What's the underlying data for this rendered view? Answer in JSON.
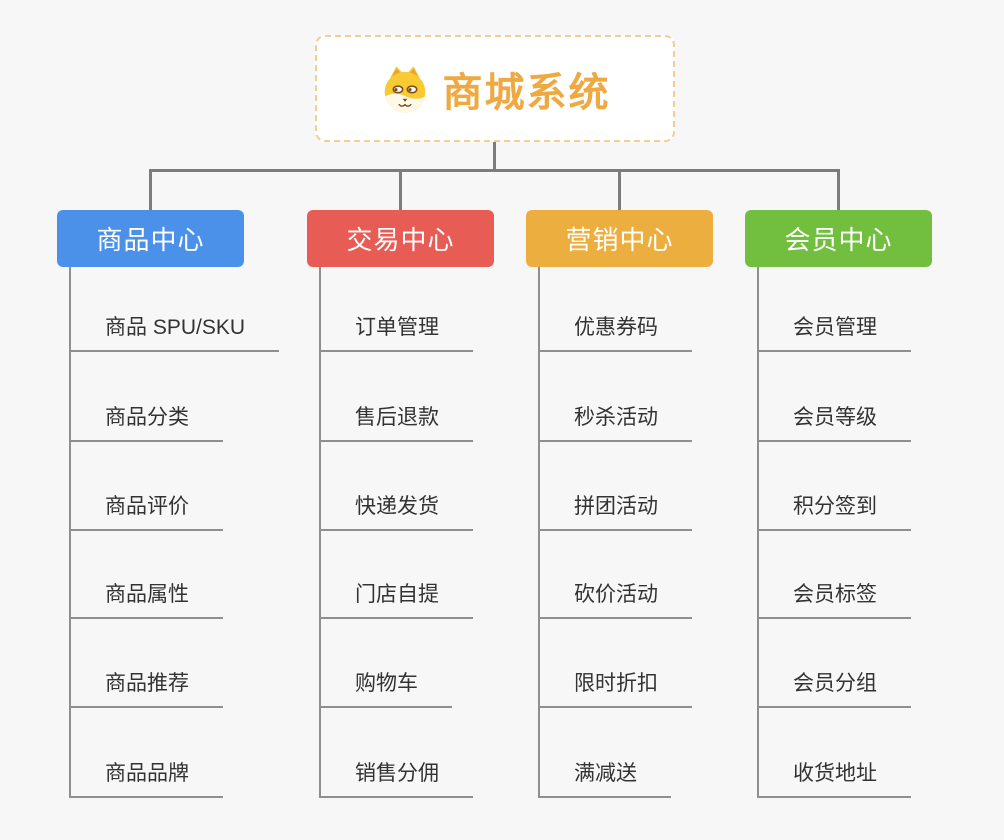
{
  "root": {
    "title": "商城系统",
    "icon": "dog-face-icon"
  },
  "colors": {
    "background": "#f7f7f7",
    "root_accent": "#efa943",
    "root_border": "#f3cd92",
    "connector": "#7c7c7c",
    "leaf_line": "#8f8f8f",
    "leaf_text": "#333333"
  },
  "branches": [
    {
      "label": "商品中心",
      "color": "#4b91ea",
      "items": [
        "商品 SPU/SKU",
        "商品分类",
        "商品评价",
        "商品属性",
        "商品推荐",
        "商品品牌"
      ]
    },
    {
      "label": "交易中心",
      "color": "#e85c56",
      "items": [
        "订单管理",
        "售后退款",
        "快递发货",
        "门店自提",
        "购物车",
        "销售分佣"
      ]
    },
    {
      "label": "营销中心",
      "color": "#ecaf3f",
      "items": [
        "优惠券码",
        "秒杀活动",
        "拼团活动",
        "砍价活动",
        "限时折扣",
        "满减送"
      ]
    },
    {
      "label": "会员中心",
      "color": "#72bf40",
      "items": [
        "会员管理",
        "会员等级",
        "积分签到",
        "会员标签",
        "会员分组",
        "收货地址"
      ]
    }
  ]
}
